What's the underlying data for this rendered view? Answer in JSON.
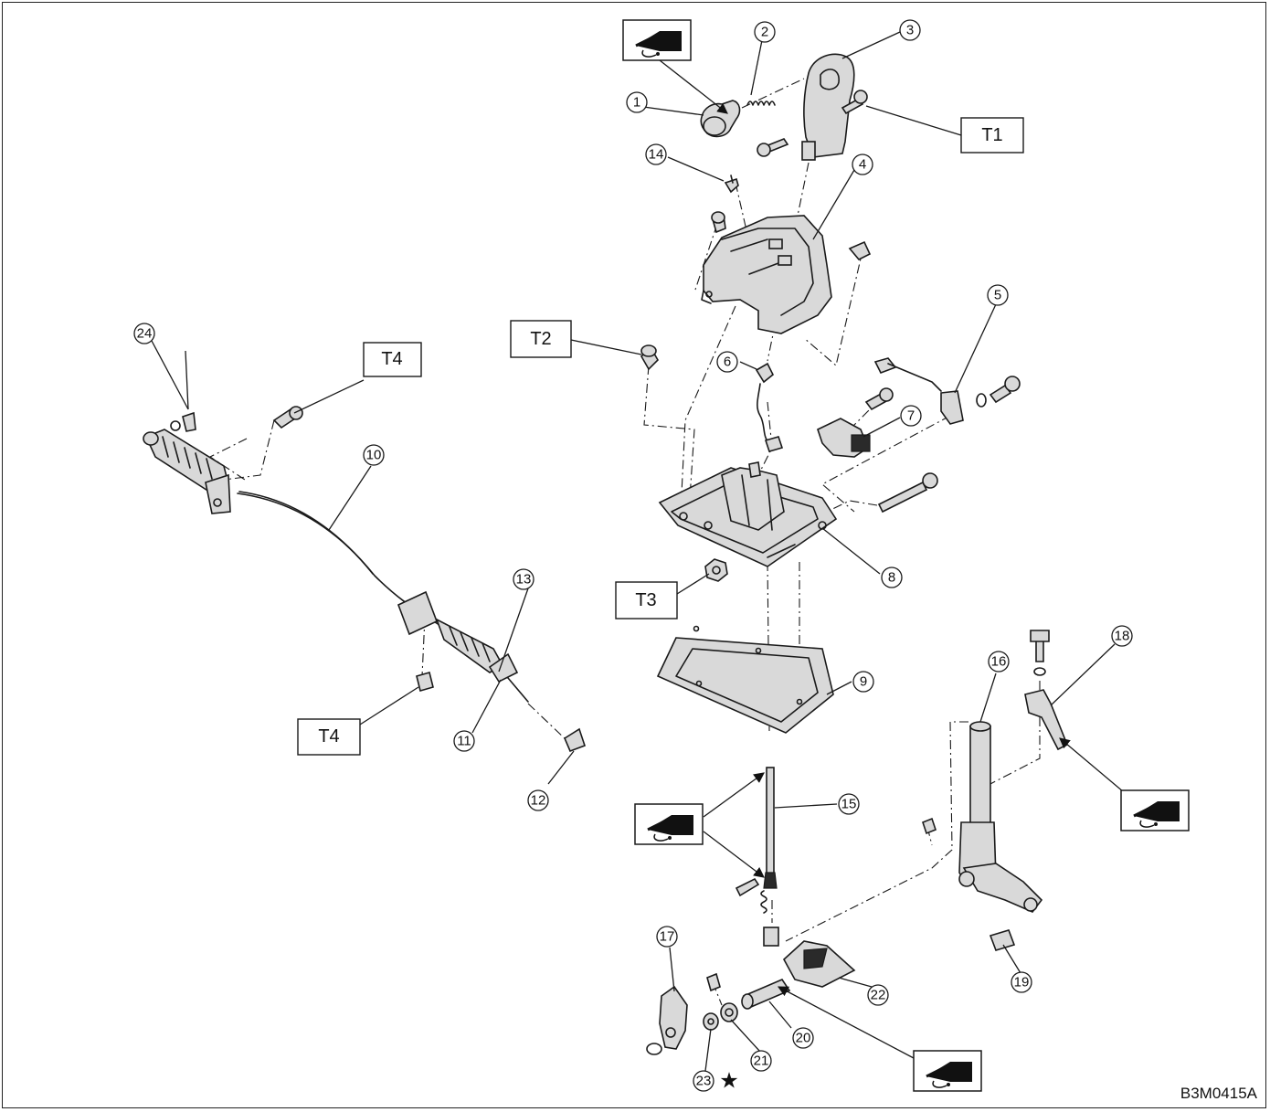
{
  "diagram": {
    "reference_code": "B3M0415A",
    "callouts": [
      "1",
      "2",
      "3",
      "4",
      "5",
      "6",
      "7",
      "8",
      "9",
      "10",
      "11",
      "12",
      "13",
      "14",
      "15",
      "16",
      "17",
      "18",
      "19",
      "20",
      "21",
      "22",
      "23",
      "24"
    ],
    "torque_labels": {
      "t1": "T1",
      "t2": "T2",
      "t3": "T3",
      "t4_upper": "T4",
      "t4_lower": "T4"
    },
    "special_marks": {
      "star": "★"
    },
    "icons": [
      "grease-gun-icon",
      "grease-gun-icon",
      "grease-gun-icon",
      "grease-gun-icon"
    ]
  }
}
